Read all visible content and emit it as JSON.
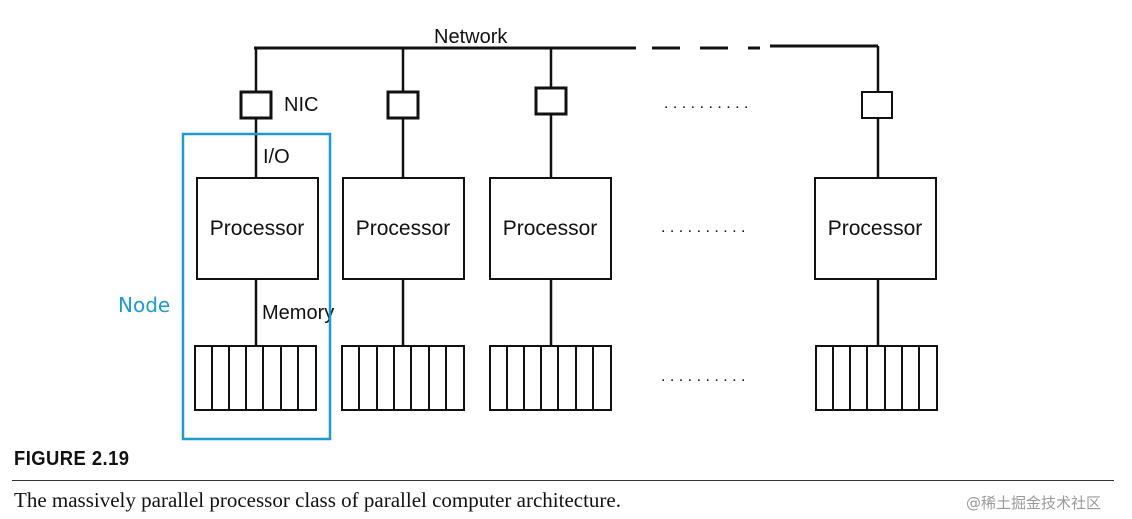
{
  "diagram": {
    "network_label": "Network",
    "nic_label": "NIC",
    "io_label": "I/O",
    "memory_label": "Memory",
    "node_label": "Node",
    "processor_label": "Processor",
    "ellipsis": ". . . . . . . . . .",
    "node_highlight_color": "#1a9bd7",
    "nodes_drawn": 4
  },
  "figure": {
    "label": "FIGURE 2.19",
    "caption": "The massively parallel processor class of parallel computer architecture."
  },
  "watermark": "@稀土掘金技术社区"
}
